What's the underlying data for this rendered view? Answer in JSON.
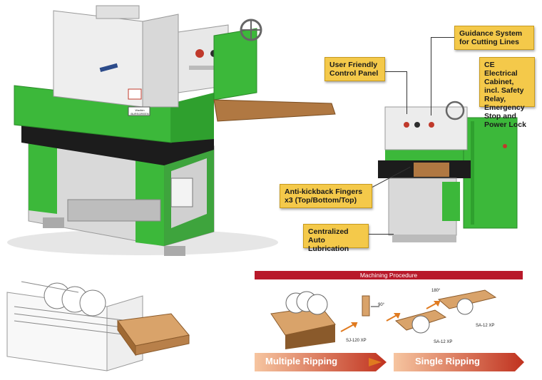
{
  "callouts": {
    "guidance": "Guidance System for Cutting Lines",
    "control_panel": "User Friendly Control Panel",
    "cabinet": "CE Electrical Cabinet, incl. Safety Relay, Emergency Stop and Power Lock",
    "anti_kickback": "Anti-kickback Fingers x3 (Top/Bottom/Top)",
    "lubrication": "Centralized Auto Lubrication"
  },
  "brand_label": "Wadkin BURSGREEN",
  "procedure": {
    "title": "Machining Procedure",
    "angle_90": "90°",
    "angle_180": "180°",
    "model_sj": "SJ-120 XP",
    "model_sa_1": "SA-12 XP",
    "model_sa_2": "SA-12 XP",
    "multiple": "Multiple Ripping",
    "single": "Single Ripping"
  },
  "colors": {
    "machine_green": "#3cb83a",
    "callout": "#f4c94a",
    "banner": "#b8192a"
  }
}
